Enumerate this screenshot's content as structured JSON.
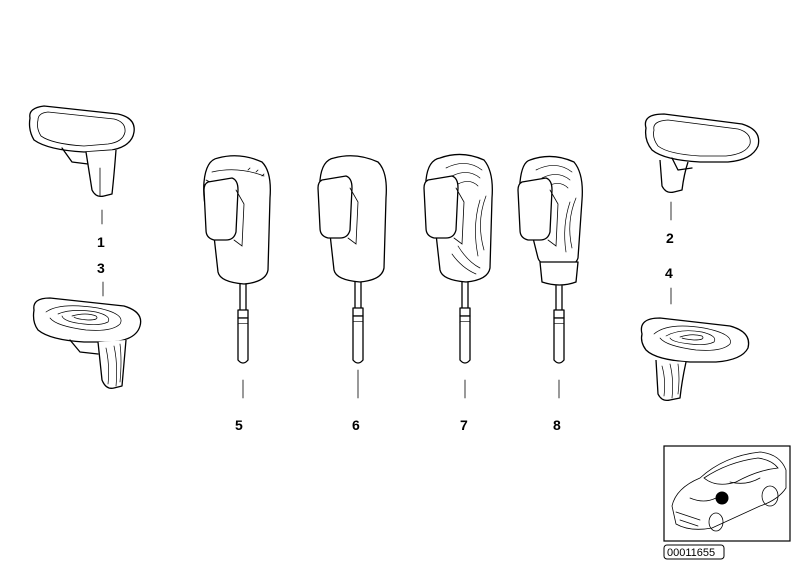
{
  "callouts": {
    "c1": "1",
    "c2": "2",
    "c3": "3",
    "c4": "4",
    "c5": "5",
    "c6": "6",
    "c7": "7",
    "c8": "8"
  },
  "reference_code": "00011655"
}
